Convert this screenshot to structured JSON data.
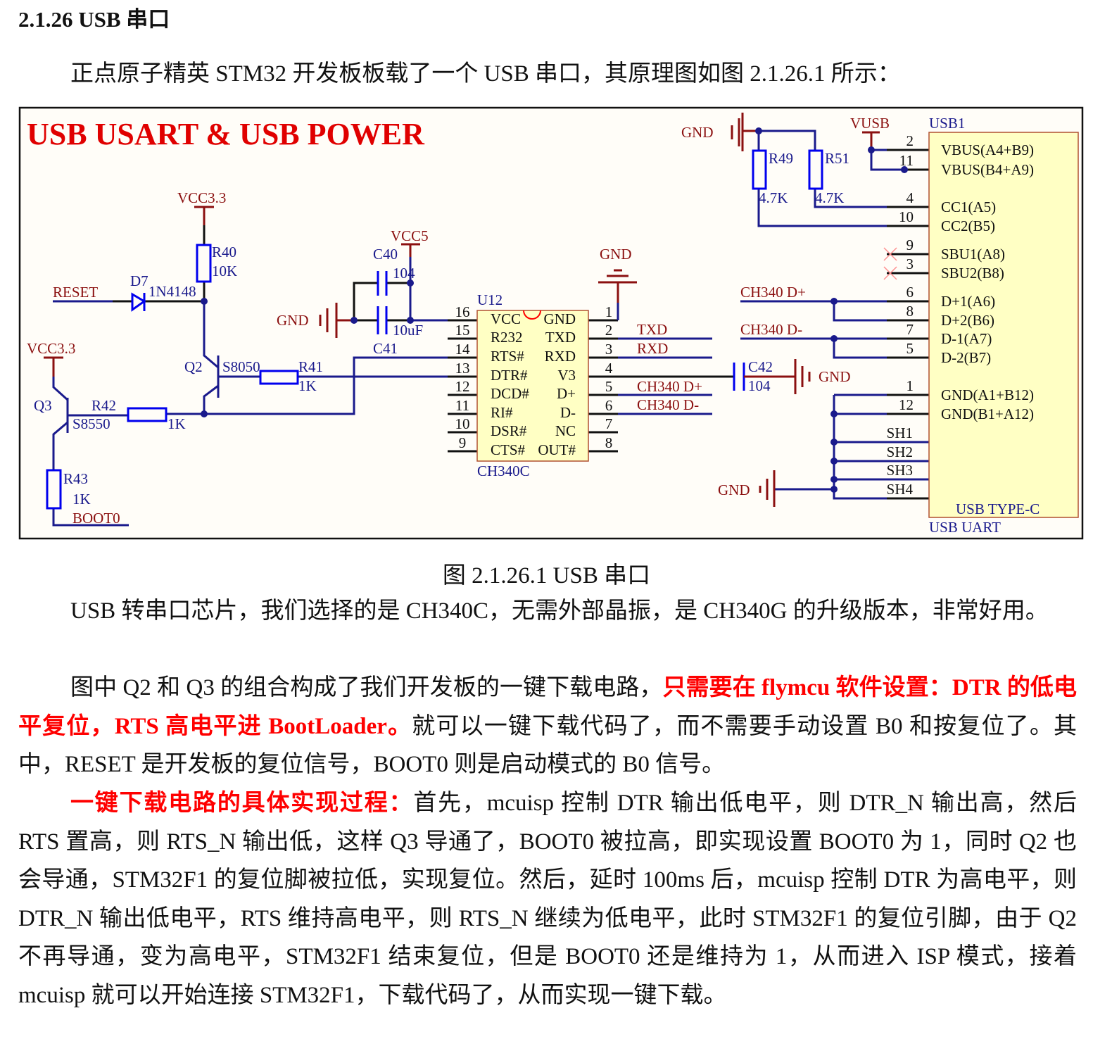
{
  "heading": "2.1.26 USB 串口",
  "intro": "正点原子精英 STM32 开发板板载了一个 USB 串口，其原理图如图 2.1.26.1 所示：",
  "figure": {
    "title": "USB USART & USB POWER",
    "caption": "图 2.1.26.1 USB 串口",
    "labels": {
      "vcc33_a": "VCC3.3",
      "vcc33_b": "VCC3.3",
      "vcc5": "VCC5",
      "vusb": "VUSB",
      "gnd1": "GND",
      "gnd2": "GND",
      "gnd3": "GND",
      "gnd4": "GND",
      "gnd5": "GND",
      "reset": "RESET",
      "boot0": "BOOT0",
      "d7": "D7",
      "d7_val": "1N4148",
      "r40": "R40",
      "r40_val": "10K",
      "r41": "R41",
      "r41_val": "1K",
      "r42": "R42",
      "r42_val": "1K",
      "r43": "R43",
      "r43_val": "1K",
      "r49": "R49",
      "r49_val": "4.7K",
      "r51": "R51",
      "r51_val": "4.7K",
      "q2": "Q2",
      "q2_val": "S8050",
      "q3": "Q3",
      "q3_val": "S8550",
      "c40": "C40",
      "c40_val": "104",
      "c41": "C41",
      "c41_val": "10uF",
      "c42": "C42",
      "c42_val": "104",
      "u12": "U12",
      "u12_val": "CH340C",
      "txd": "TXD",
      "rxd": "RXD",
      "dp": "CH340  D+",
      "dm": "CH340  D-",
      "dp2": "CH340  D+",
      "dm2": "CH340  D-",
      "usb1": "USB1",
      "usb_type": "USB TYPE-C",
      "usb_val": "USB UART"
    },
    "u12_left_pins": [
      {
        "num": "16",
        "name": "VCC"
      },
      {
        "num": "15",
        "name": "R232"
      },
      {
        "num": "14",
        "name": "RTS#"
      },
      {
        "num": "13",
        "name": "DTR#"
      },
      {
        "num": "12",
        "name": "DCD#"
      },
      {
        "num": "11",
        "name": "RI#"
      },
      {
        "num": "10",
        "name": "DSR#"
      },
      {
        "num": "9",
        "name": "CTS#"
      }
    ],
    "u12_right_pins": [
      {
        "num": "1",
        "name": "GND"
      },
      {
        "num": "2",
        "name": "TXD"
      },
      {
        "num": "3",
        "name": "RXD"
      },
      {
        "num": "4",
        "name": "V3"
      },
      {
        "num": "5",
        "name": "D+"
      },
      {
        "num": "6",
        "name": "D-"
      },
      {
        "num": "7",
        "name": "NC"
      },
      {
        "num": "8",
        "name": "OUT#"
      }
    ],
    "usb_pins": [
      {
        "num": "2",
        "name": "VBUS(A4+B9)"
      },
      {
        "num": "11",
        "name": "VBUS(B4+A9)"
      },
      {
        "num": "4",
        "name": "CC1(A5)"
      },
      {
        "num": "10",
        "name": "CC2(B5)"
      },
      {
        "num": "9",
        "name": "SBU1(A8)"
      },
      {
        "num": "3",
        "name": "SBU2(B8)"
      },
      {
        "num": "6",
        "name": "D+1(A6)"
      },
      {
        "num": "8",
        "name": "D+2(B6)"
      },
      {
        "num": "7",
        "name": "D-1(A7)"
      },
      {
        "num": "5",
        "name": "D-2(B7)"
      },
      {
        "num": "1",
        "name": "GND(A1+B12)"
      },
      {
        "num": "12",
        "name": "GND(B1+A12)"
      },
      {
        "num": "SH1",
        "name": ""
      },
      {
        "num": "SH2",
        "name": ""
      },
      {
        "num": "SH3",
        "name": ""
      },
      {
        "num": "SH4",
        "name": ""
      }
    ]
  },
  "paragraphs": {
    "p1": "USB 转串口芯片，我们选择的是 CH340C，无需外部晶振，是 CH340G 的升级版本，非常好用。",
    "p2_a": "图中 Q2 和 Q3 的组合构成了我们开发板的一键下载电路，",
    "p2_b": "只需要在 flymcu 软件设置：DTR 的低电平复位，RTS 高电平进 BootLoader。",
    "p2_c": "就可以一键下载代码了，而不需要手动设置 B0 和按复位了。其中，RESET 是开发板的复位信号，BOOT0 则是启动模式的 B0 信号。",
    "p3_a": "一键下载电路的具体实现过程：",
    "p3_b": "首先，mcuisp 控制 DTR 输出低电平，则 DTR_N 输出高，然后 RTS 置高，则 RTS_N 输出低，这样 Q3 导通了，BOOT0 被拉高，即实现设置 BOOT0 为 1，同时 Q2 也会导通，STM32F1 的复位脚被拉低，实现复位。然后，延时 100ms 后，mcuisp 控制 DTR 为高电平，则 DTR_N 输出低电平，RTS 维持高电平，则 RTS_N 继续为低电平，此时 STM32F1 的复位引脚，由于 Q2 不再导通，变为高电平，STM32F1 结束复位，但是 BOOT0 还是维持为 1，从而进入 ISP 模式，接着 mcuisp 就可以开始连接 STM32F1，下载代码了，从而实现一键下载。"
  },
  "colors": {
    "title_red": "#e00000",
    "wire_blue": "#1a1a8c",
    "net_red": "#8b1010",
    "connector_fill": "#ffffc4"
  }
}
